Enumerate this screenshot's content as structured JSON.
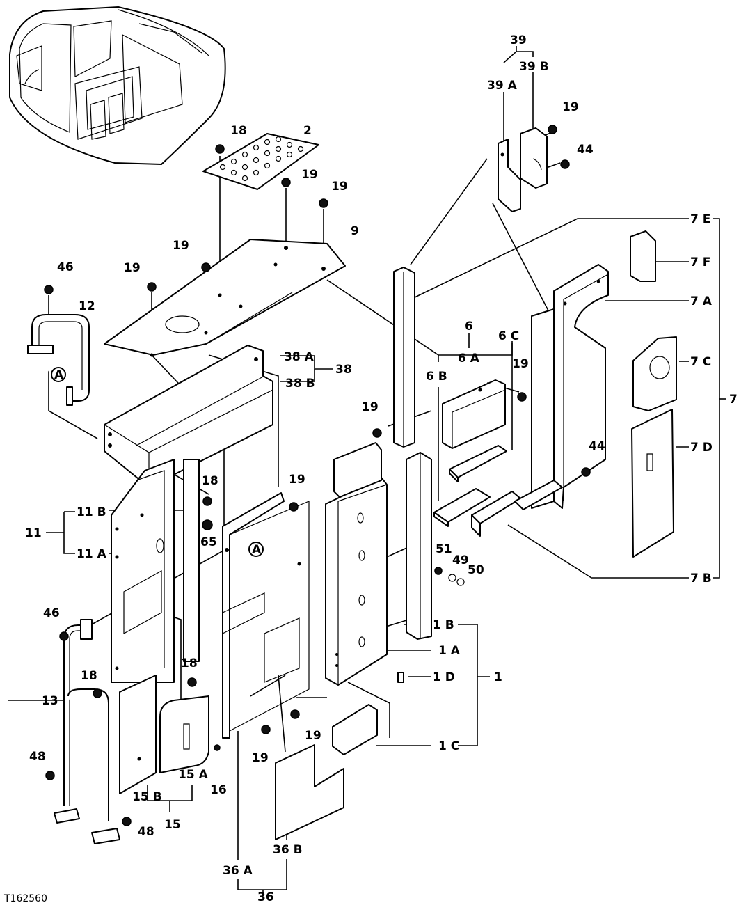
{
  "drawing_code": "T162560",
  "callouts": {
    "c1": "1",
    "c1a": "1 A",
    "c1b": "1 B",
    "c1c": "1 C",
    "c1d": "1 D",
    "c2": "2",
    "c6": "6",
    "c6a": "6 A",
    "c6b": "6 B",
    "c6c": "6 C",
    "c7": "7",
    "c7a": "7 A",
    "c7b": "7 B",
    "c7c": "7 C",
    "c7d": "7 D",
    "c7e": "7 E",
    "c7f": "7 F",
    "c9": "9",
    "c11": "11",
    "c11a": "11 A",
    "c11b": "11 B",
    "c12": "12",
    "c13": "13",
    "c15": "15",
    "c15a": "15 A",
    "c15b": "15 B",
    "c16": "16",
    "c18": "18",
    "c19": "19",
    "c36": "36",
    "c36a": "36 A",
    "c36b": "36 B",
    "c38": "38",
    "c38a": "38 A",
    "c38b": "38 B",
    "c39": "39",
    "c39a": "39 A",
    "c39b": "39 B",
    "c44": "44",
    "c46": "46",
    "c48": "48",
    "c49": "49",
    "c50": "50",
    "c51": "51",
    "c65": "65",
    "ref_a": "A"
  }
}
